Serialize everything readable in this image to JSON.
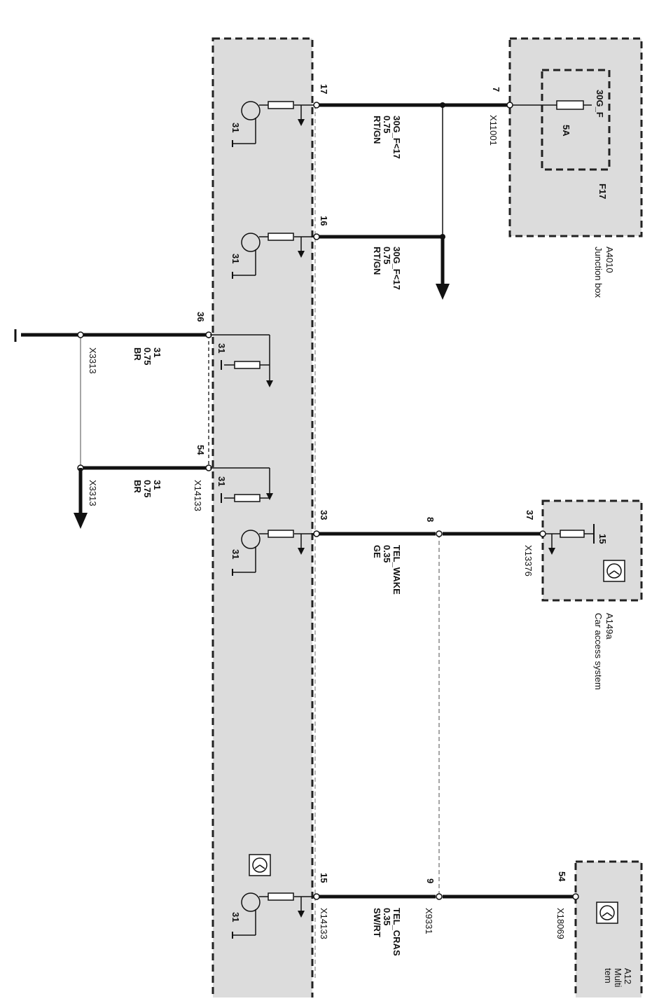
{
  "modules": {
    "junction_box": {
      "id": "A4010",
      "name": "Junction box",
      "fuse_label": "30G_F",
      "fuse_rating": "5A",
      "fuse_id": "F17"
    },
    "car_access": {
      "id": "A149a",
      "name": "Car access system",
      "pin_label": "15"
    },
    "multi": {
      "id": "A12",
      "name": "Multi",
      "name2": "tem"
    }
  },
  "pins": {
    "p17": "17",
    "p16": "16",
    "p36": "36",
    "p54a": "54",
    "p33": "33",
    "p15": "15",
    "p7": "7",
    "p8": "8",
    "p9": "9",
    "p37": "37",
    "p54b": "54"
  },
  "connectors": {
    "x11001": "X11001",
    "x14133a": "X14133",
    "x14133b": "X14133",
    "x3313a": "X3313",
    "x3313b": "X3313",
    "x13376": "X13376",
    "x9331": "X9331",
    "x18069": "X18069"
  },
  "wires": {
    "w1": {
      "signal": "30G_F<17",
      "size": "0.75",
      "color": "RT/GN"
    },
    "w2": {
      "signal": "30G_F<17",
      "size": "0.75",
      "color": "RT/GN"
    },
    "w3": {
      "signal": "31",
      "size": "0.75",
      "color": "BR"
    },
    "w4": {
      "signal": "31",
      "size": "0.75",
      "color": "BR"
    },
    "w5": {
      "signal": "TEL_WAKE",
      "size": "0.35",
      "color": "GE"
    },
    "w6": {
      "signal": "TEL_CRAS",
      "size": "0.35",
      "color": "SW/RT"
    }
  },
  "ground_labels": {
    "g1": "31",
    "g2": "31",
    "g3": "31",
    "g4": "31",
    "g5": "31",
    "g6": "31"
  }
}
